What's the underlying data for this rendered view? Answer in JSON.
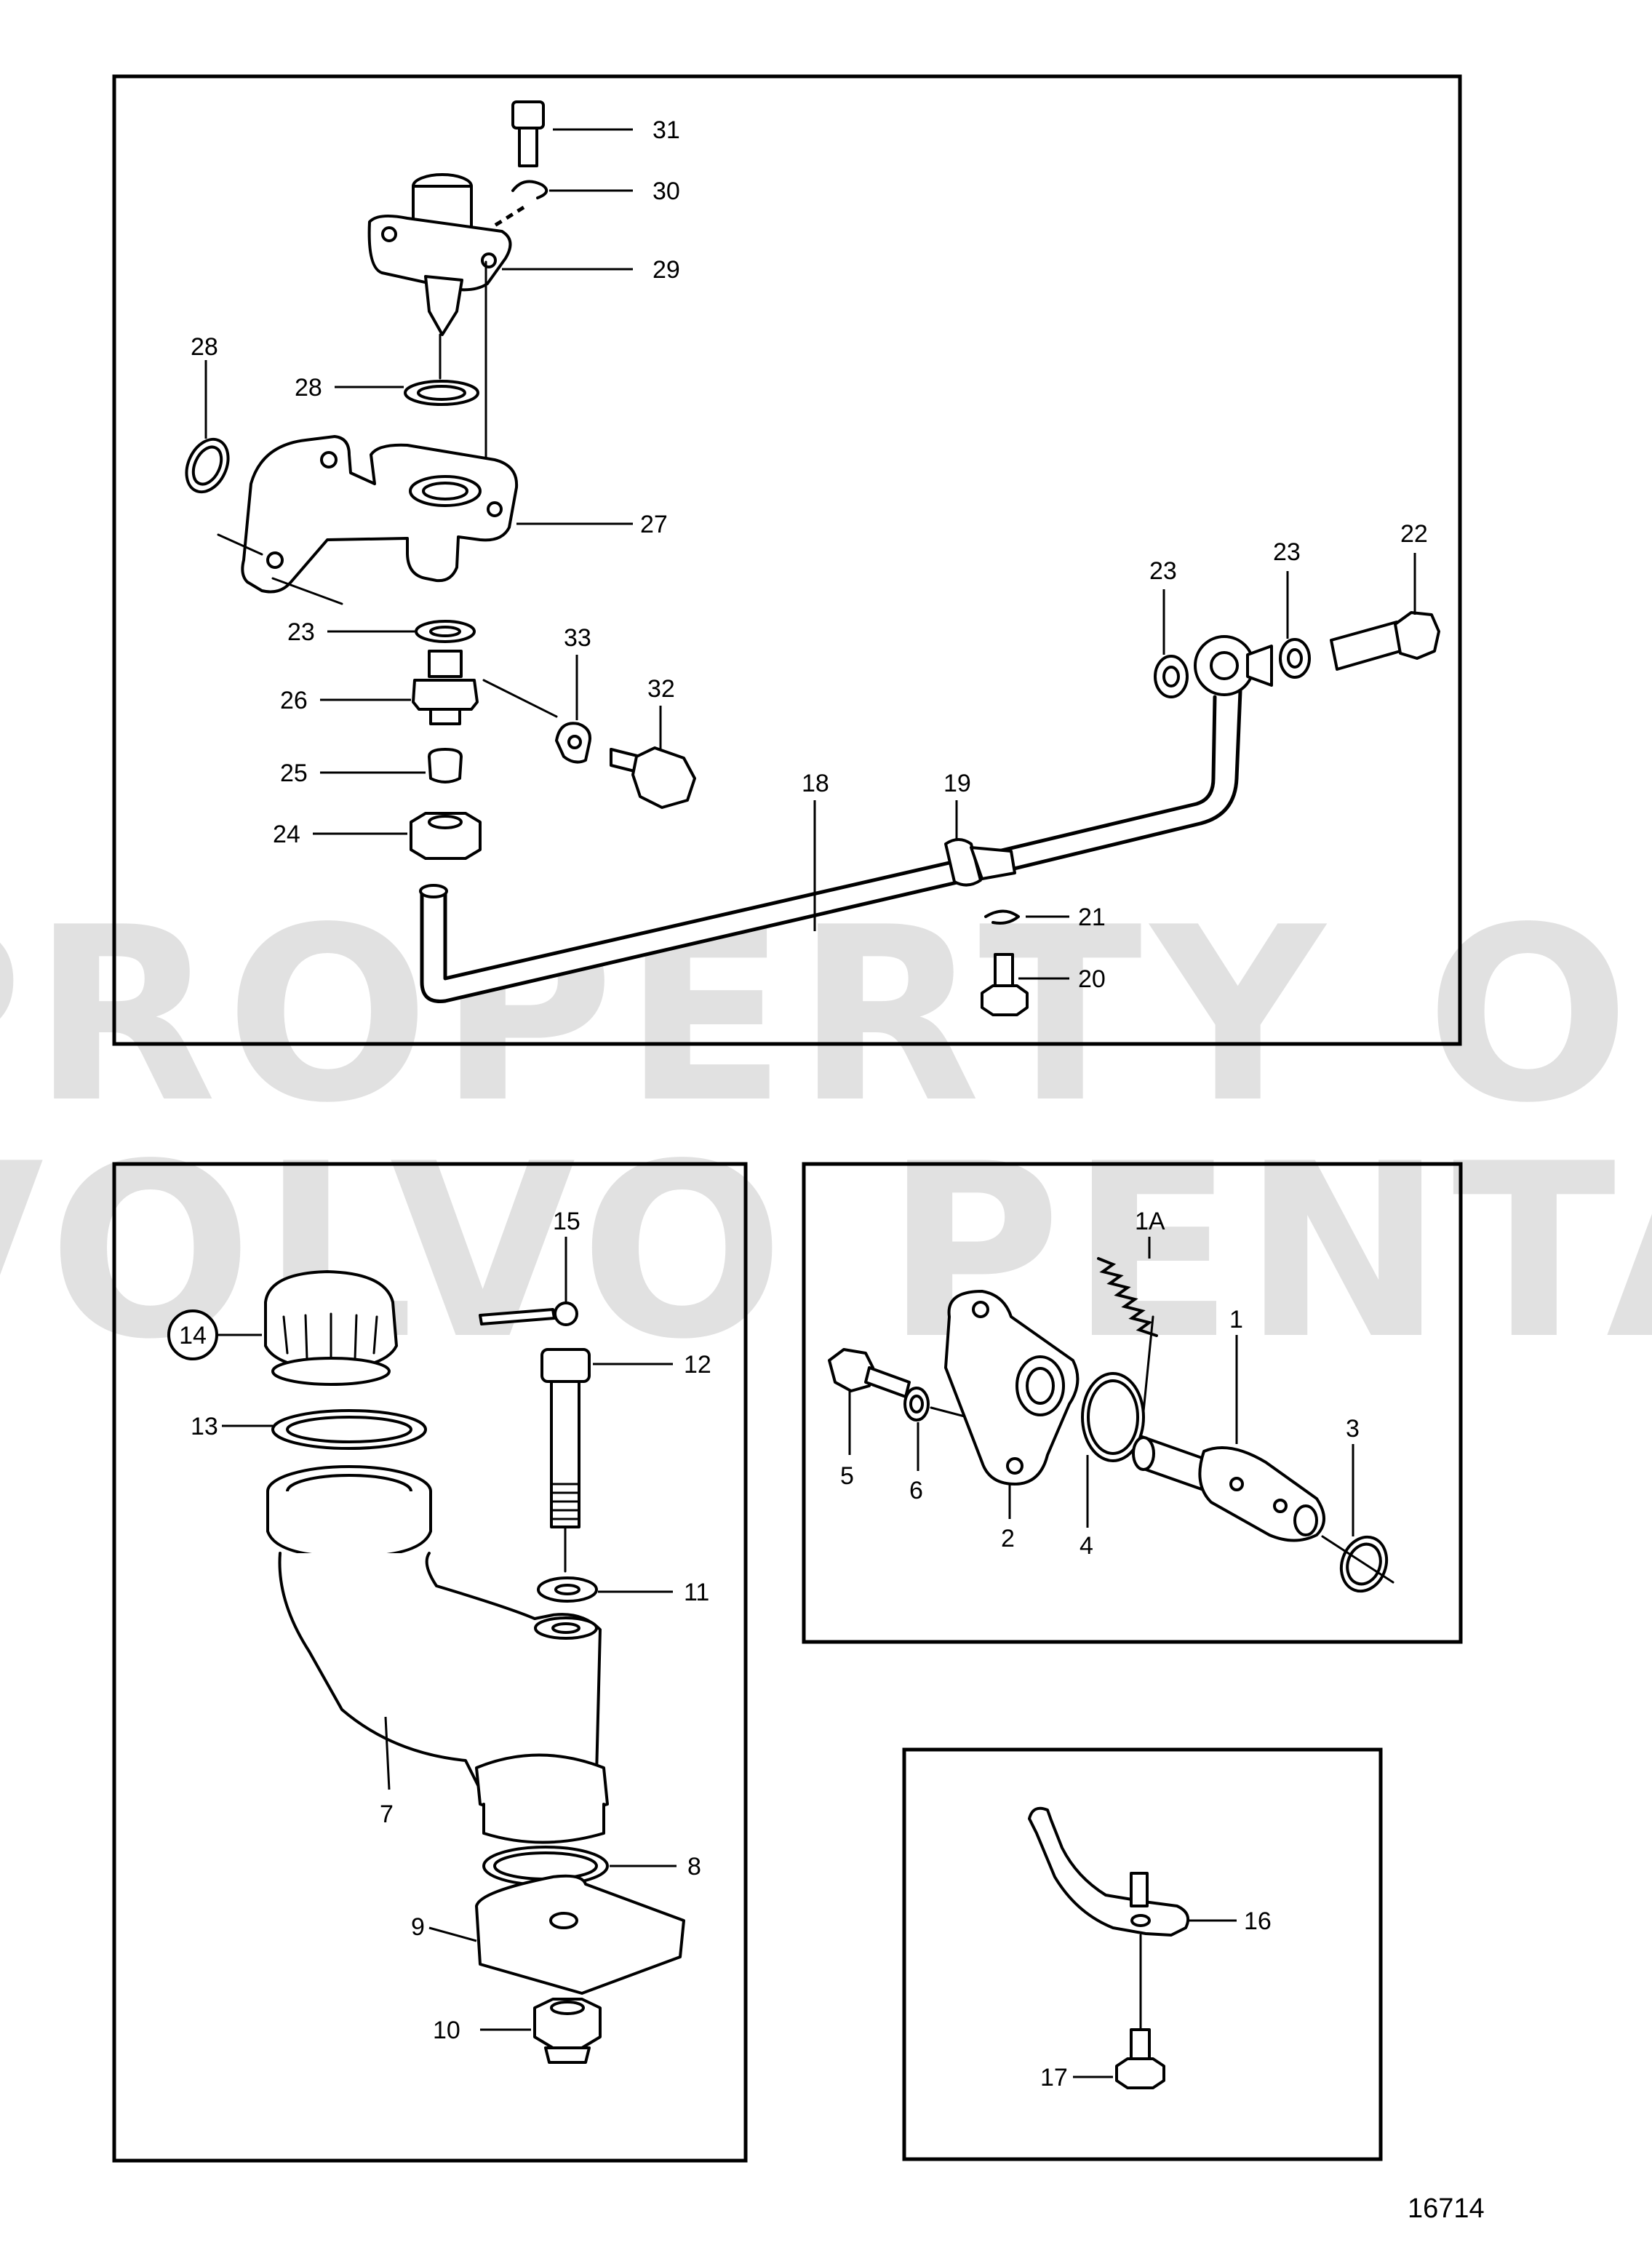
{
  "figure_number": "16714",
  "watermark": {
    "line1": "PROPERTY OF",
    "line2": "VOLVO PENTA"
  },
  "panels": {
    "top": {
      "callouts": [
        "31",
        "30",
        "29",
        "28",
        "28",
        "27",
        "23",
        "26",
        "25",
        "24",
        "33",
        "32",
        "18",
        "19",
        "21",
        "20",
        "23",
        "23",
        "22"
      ]
    },
    "bottom_left": {
      "callouts": [
        "15",
        "14",
        "12",
        "13",
        "11",
        "7",
        "8",
        "9",
        "10"
      ]
    },
    "middle_right": {
      "callouts": [
        "1A",
        "1",
        "5",
        "6",
        "2",
        "4",
        "3"
      ]
    },
    "bottom_right": {
      "callouts": [
        "16",
        "17"
      ]
    }
  }
}
